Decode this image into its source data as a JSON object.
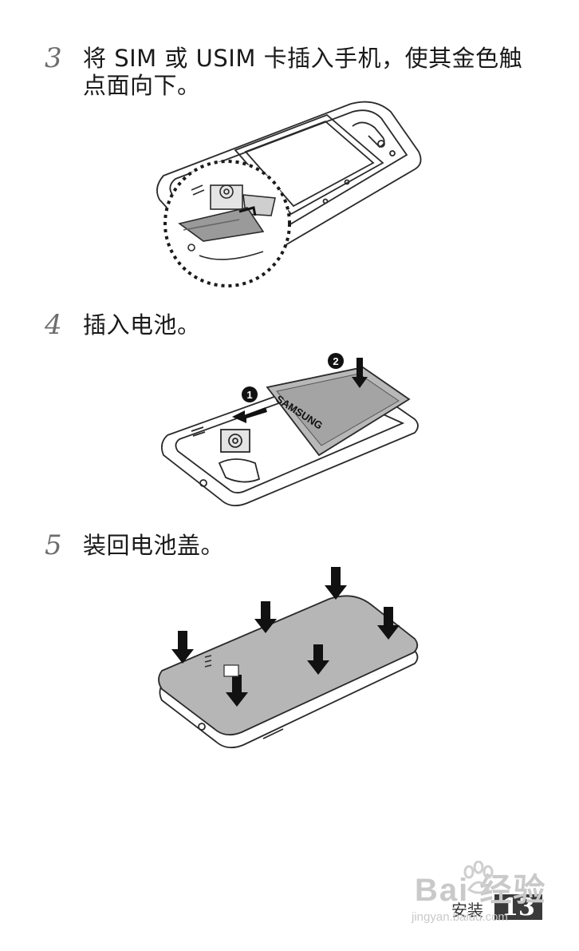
{
  "steps": [
    {
      "number": "3",
      "text_line1": "将 SIM 或 USIM 卡插入手机，使其金色触",
      "text_line2": "点面向下。"
    },
    {
      "number": "4",
      "text": "插入电池。"
    },
    {
      "number": "5",
      "text": "装回电池盖。"
    }
  ],
  "figure2": {
    "callout1": "1",
    "callout2": "2",
    "battery_brand": "SAMSUNG"
  },
  "footer": {
    "section": "安装",
    "page": "13"
  },
  "watermark": {
    "main": "Bai 经验",
    "url": "jingyan.baidu.com"
  }
}
